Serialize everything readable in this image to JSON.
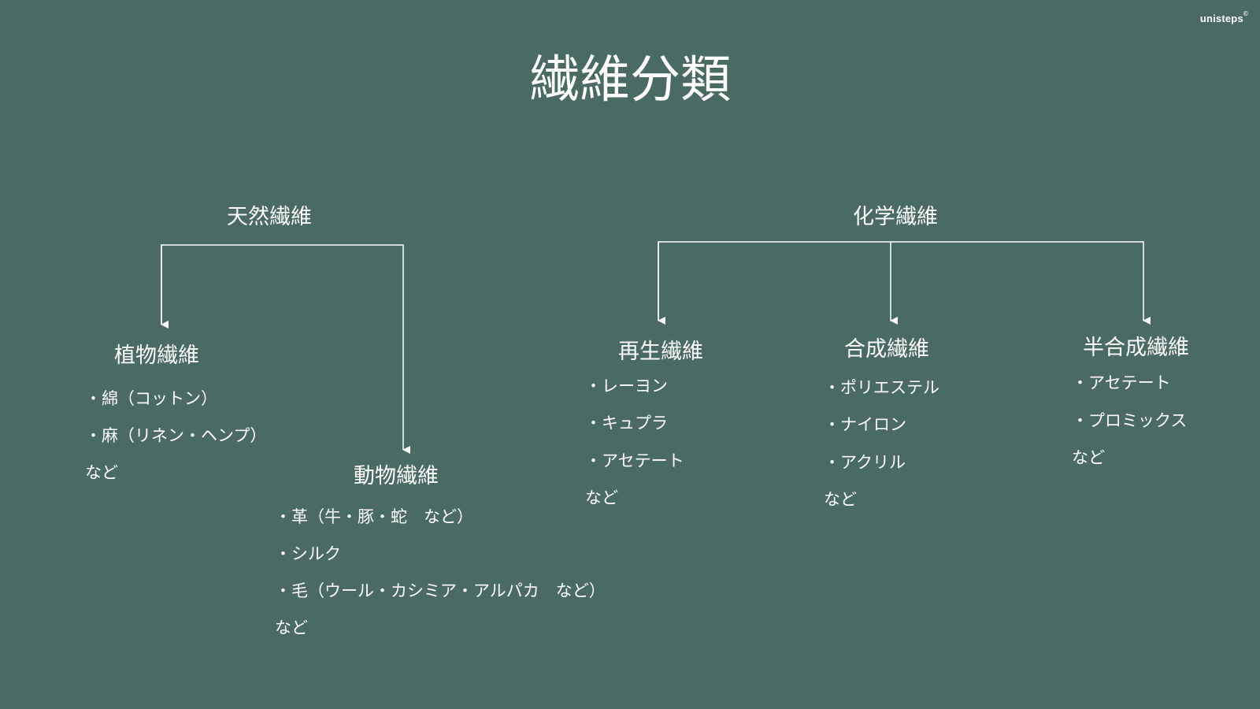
{
  "brand": {
    "name": "unisteps",
    "mark": "©"
  },
  "title": "繊維分類",
  "colors": {
    "background": "#4a6a64",
    "foreground": "#ffffff",
    "connector": "#ffffff"
  },
  "natural": {
    "label": "天然繊維",
    "plant": {
      "label": "植物繊維",
      "items": [
        "・綿（コットン）",
        "・麻（リネン・ヘンプ）"
      ],
      "etc": "など"
    },
    "animal": {
      "label": "動物繊維",
      "items": [
        "・革（牛・豚・蛇　など）",
        "・シルク",
        "・毛（ウール・カシミア・アルパカ　など）"
      ],
      "etc": "など"
    }
  },
  "chemical": {
    "label": "化学繊維",
    "regenerated": {
      "label": "再生繊維",
      "items": [
        "・レーヨン",
        "・キュプラ",
        "・アセテート"
      ],
      "etc": "など"
    },
    "synthetic": {
      "label": "合成繊維",
      "items": [
        "・ポリエステル",
        "・ナイロン",
        "・アクリル"
      ],
      "etc": "など"
    },
    "semisynthetic": {
      "label": "半合成繊維",
      "items": [
        "・アセテート",
        "・プロミックス"
      ],
      "etc": "など"
    }
  }
}
